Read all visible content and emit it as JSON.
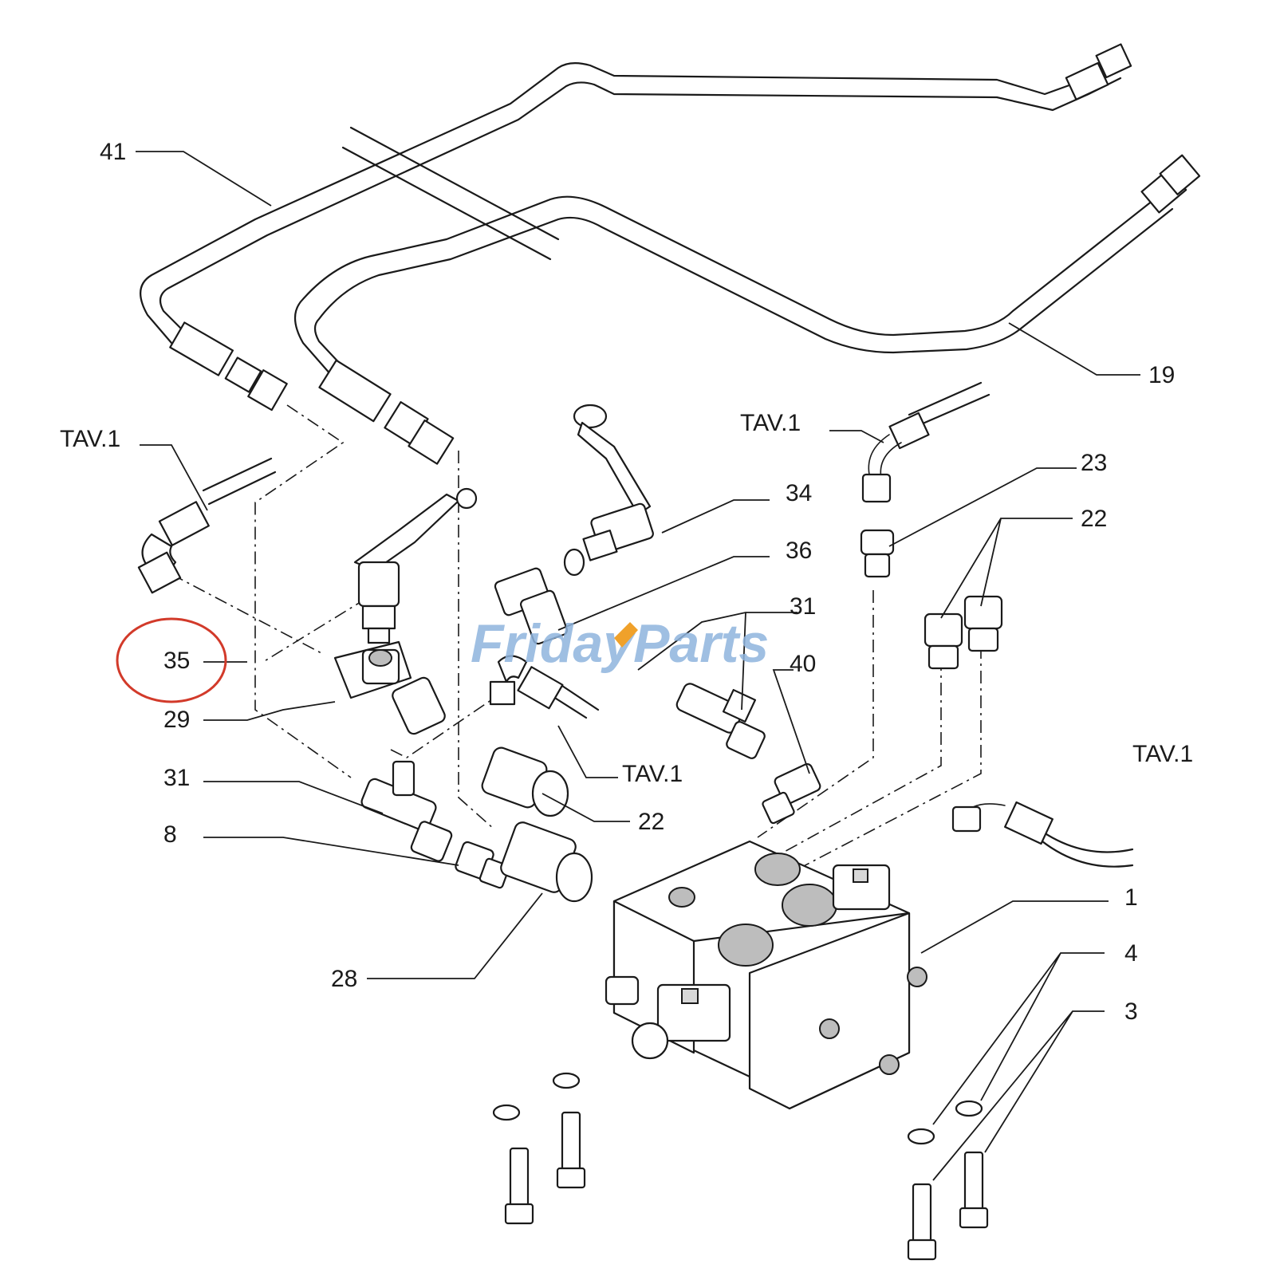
{
  "watermark": {
    "brand_part1": "Friday",
    "brand_part2": "Parts",
    "brand_color": "#8fb4de",
    "accent_color": "#f0a12a"
  },
  "highlight": {
    "label": "35",
    "color": "#d23a2a"
  },
  "labels": {
    "p41": "41",
    "p19": "19",
    "tav_left": "TAV.1",
    "tav_top_right": "TAV.1",
    "tav_mid": "TAV.1",
    "tav_right": "TAV.1",
    "p23": "23",
    "p34": "34",
    "p22_right": "22",
    "p36": "36",
    "p31_right": "31",
    "p40": "40",
    "p35": "35",
    "p29": "29",
    "p31_left": "31",
    "p8": "8",
    "p22_mid": "22",
    "p28": "28",
    "p1": "1",
    "p4": "4",
    "p3": "3"
  },
  "icons": {
    "hydraulic_pipe": "pipe-icon",
    "valve_block": "valve-block-icon",
    "fitting": "fitting-icon",
    "bolt": "bolt-icon",
    "washer": "washer-icon"
  }
}
